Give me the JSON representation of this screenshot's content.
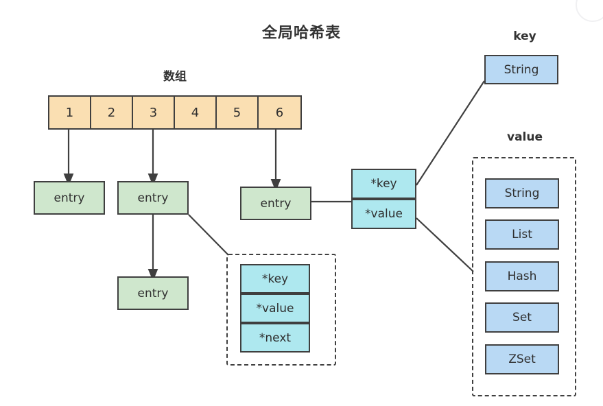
{
  "diagram": {
    "title": "全局哈希表",
    "labels": {
      "array": "数组",
      "key": "key",
      "value": "value"
    },
    "array": {
      "cells": [
        "1",
        "2",
        "3",
        "4",
        "5",
        "6"
      ]
    },
    "entries": [
      {
        "label": "entry"
      },
      {
        "label": "entry"
      },
      {
        "label": "entry"
      },
      {
        "label": "entry"
      }
    ],
    "entry_struct": {
      "fields": [
        "*key",
        "*value"
      ]
    },
    "entry_struct_full": {
      "fields": [
        "*key",
        "*value",
        "*next"
      ]
    },
    "key_types": [
      "String"
    ],
    "value_types": [
      "String",
      "List",
      "Hash",
      "Set",
      "ZSet"
    ],
    "colors": {
      "array_cell": "#fadfb2",
      "entry": "#cfe7cd",
      "pointer_struct": "#aee8ef",
      "type_box": "#b9d9f4",
      "stroke": "#3f3f3f",
      "text": "#2f2f2f",
      "background": "#ffffff"
    }
  }
}
